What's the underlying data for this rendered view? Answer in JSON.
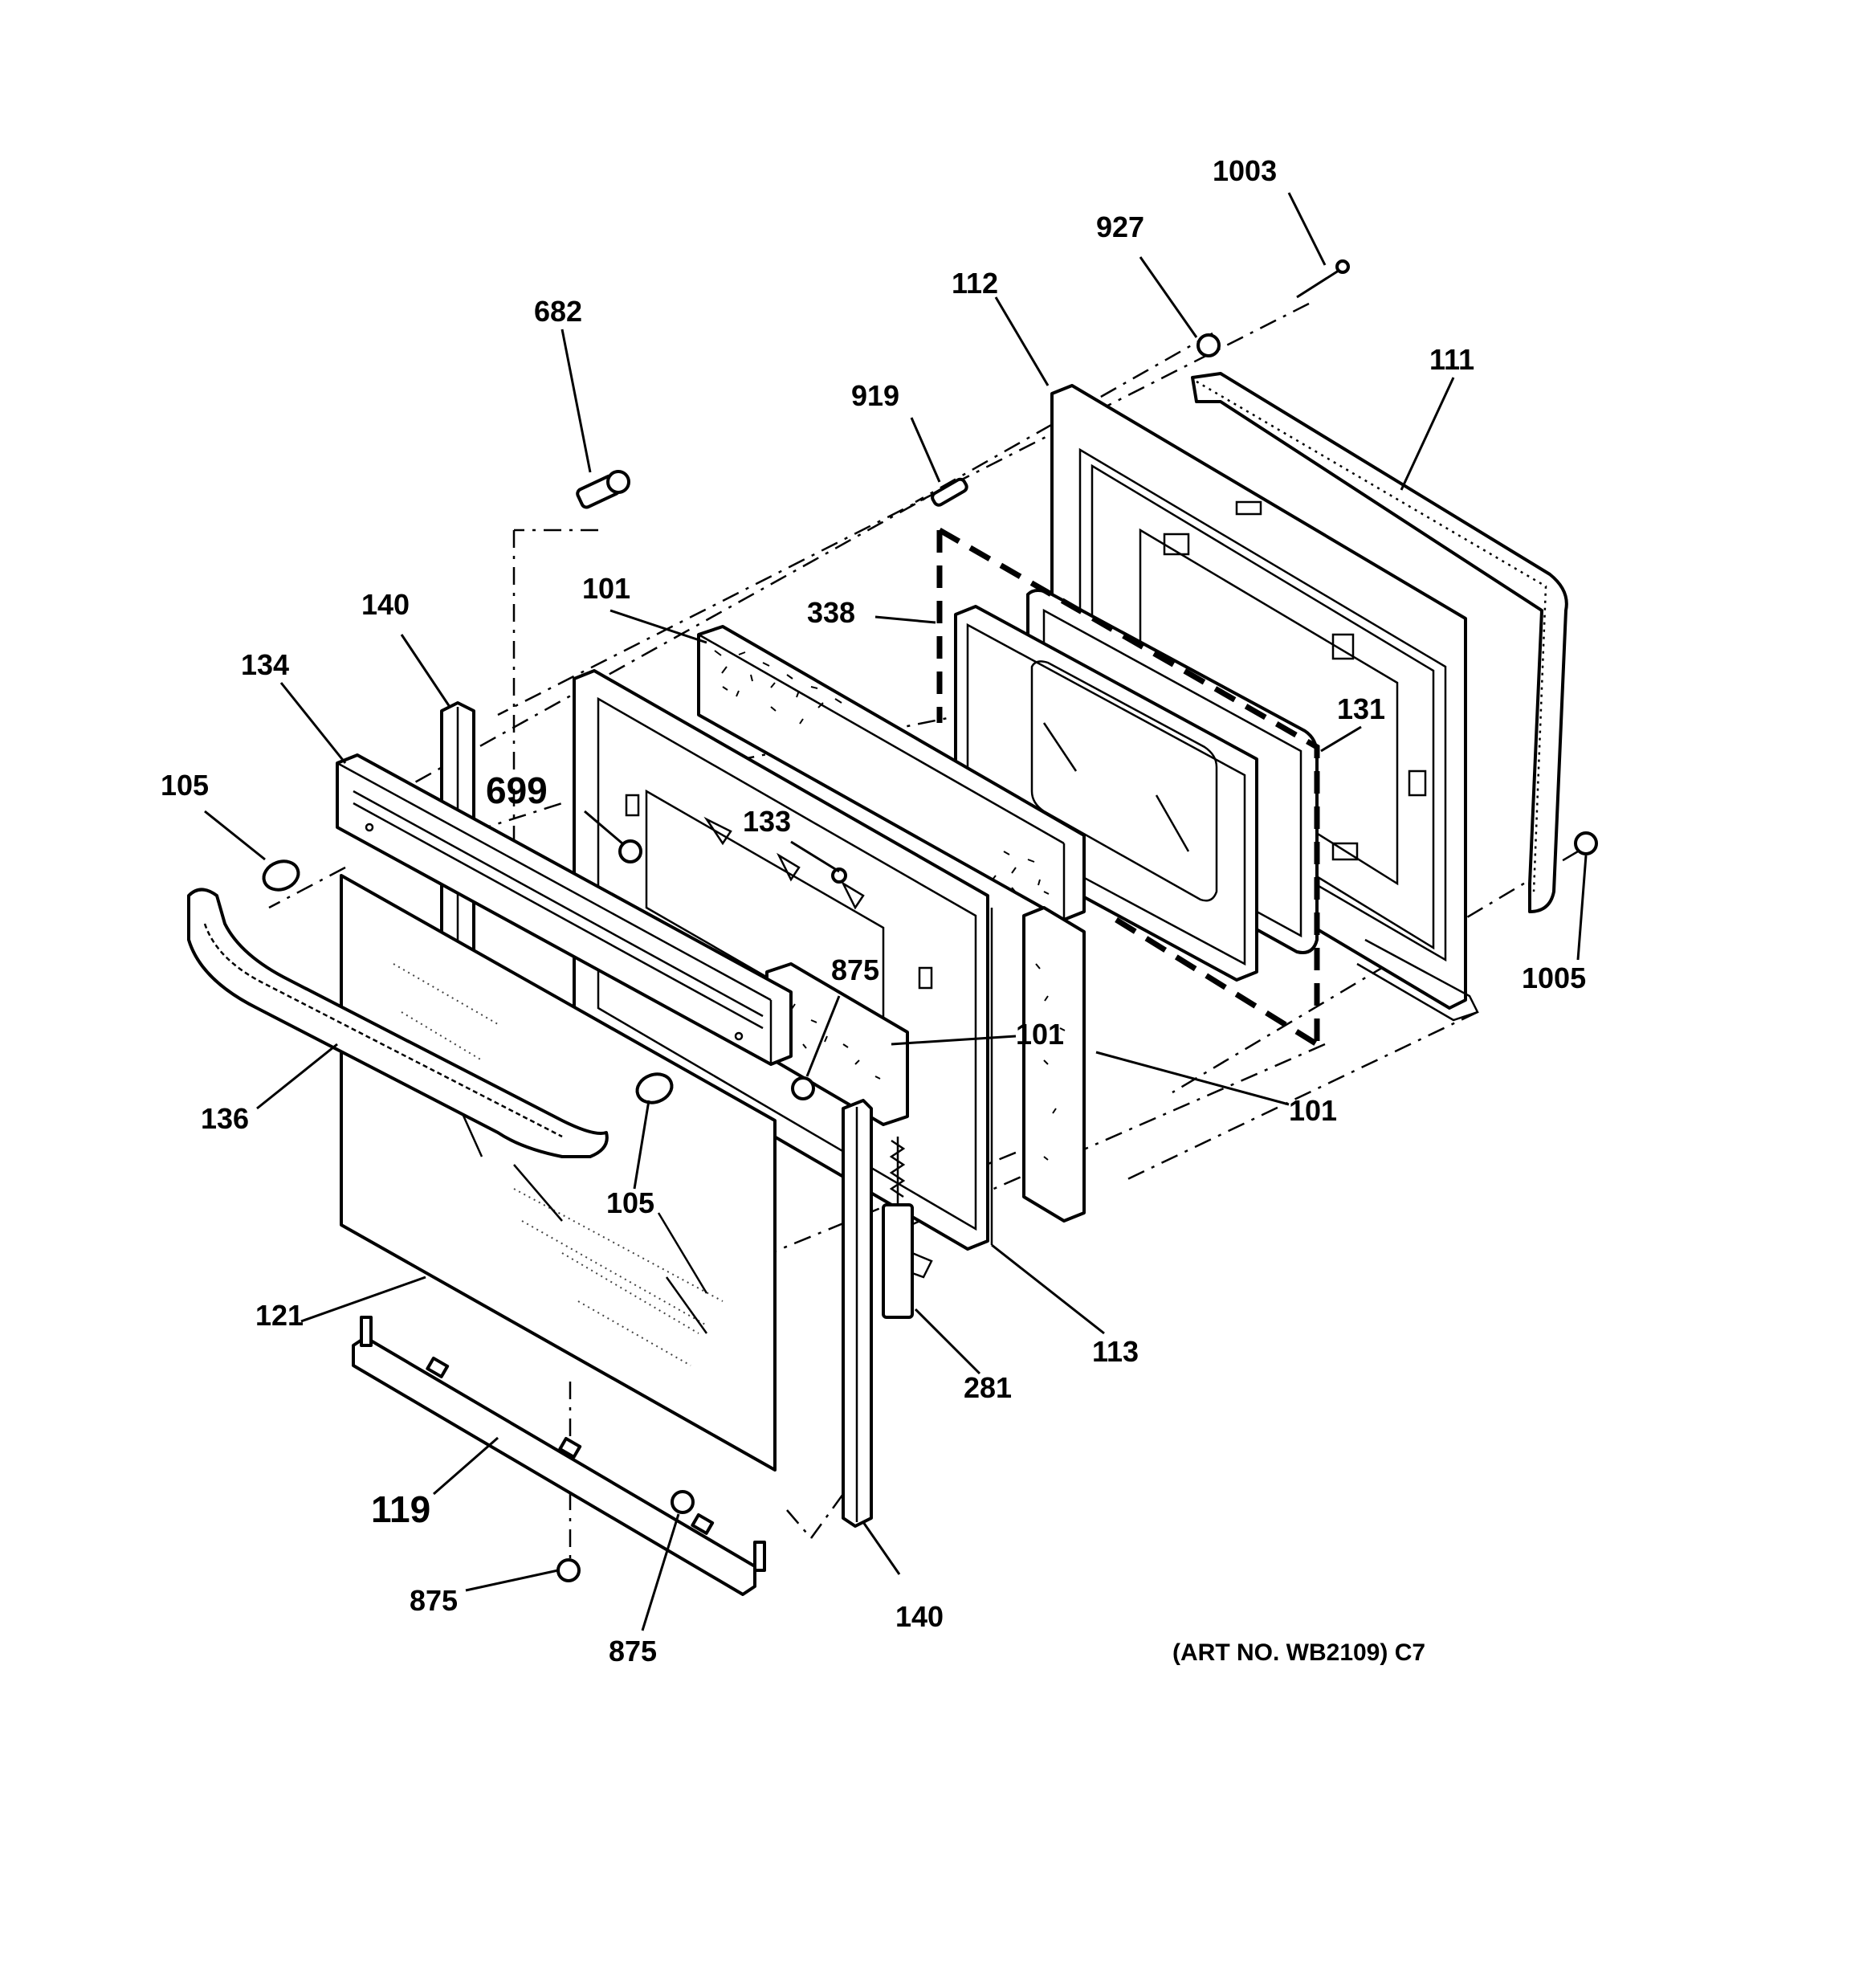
{
  "diagram": {
    "caption": "(ART NO. WB2109) C7",
    "callouts": [
      {
        "id": "c1003",
        "text": "1003"
      },
      {
        "id": "c927",
        "text": "927"
      },
      {
        "id": "c112",
        "text": "112"
      },
      {
        "id": "c111",
        "text": "111"
      },
      {
        "id": "c682",
        "text": "682"
      },
      {
        "id": "c919",
        "text": "919"
      },
      {
        "id": "c140a",
        "text": "140"
      },
      {
        "id": "c101a",
        "text": "101"
      },
      {
        "id": "c338",
        "text": "338"
      },
      {
        "id": "c134",
        "text": "134"
      },
      {
        "id": "c131",
        "text": "131"
      },
      {
        "id": "c105a",
        "text": "105"
      },
      {
        "id": "c699",
        "text": "699"
      },
      {
        "id": "c133",
        "text": "133"
      },
      {
        "id": "c1005",
        "text": "1005"
      },
      {
        "id": "c875a",
        "text": "875"
      },
      {
        "id": "c101b",
        "text": "101"
      },
      {
        "id": "c136",
        "text": "136"
      },
      {
        "id": "c101c",
        "text": "101"
      },
      {
        "id": "c105b",
        "text": "105"
      },
      {
        "id": "c121",
        "text": "121"
      },
      {
        "id": "c113",
        "text": "113"
      },
      {
        "id": "c281",
        "text": "281"
      },
      {
        "id": "c119",
        "text": "119"
      },
      {
        "id": "c875b",
        "text": "875"
      },
      {
        "id": "c875c",
        "text": "875"
      },
      {
        "id": "c140b",
        "text": "140"
      }
    ]
  }
}
